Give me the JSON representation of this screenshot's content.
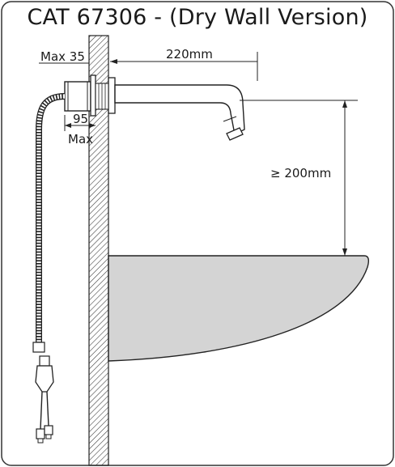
{
  "diagram": {
    "title": "CAT 67306 - (Dry Wall Version)",
    "dimensions": {
      "wall_thickness": "Max 35",
      "spout_reach": "220mm",
      "basin_clearance": "≥ 200mm",
      "depth_value": "95",
      "depth_qualifier": "Max"
    }
  },
  "colors": {
    "line": "#222222",
    "basin_fill": "#d4d4d4",
    "frame_border": "#333333"
  }
}
